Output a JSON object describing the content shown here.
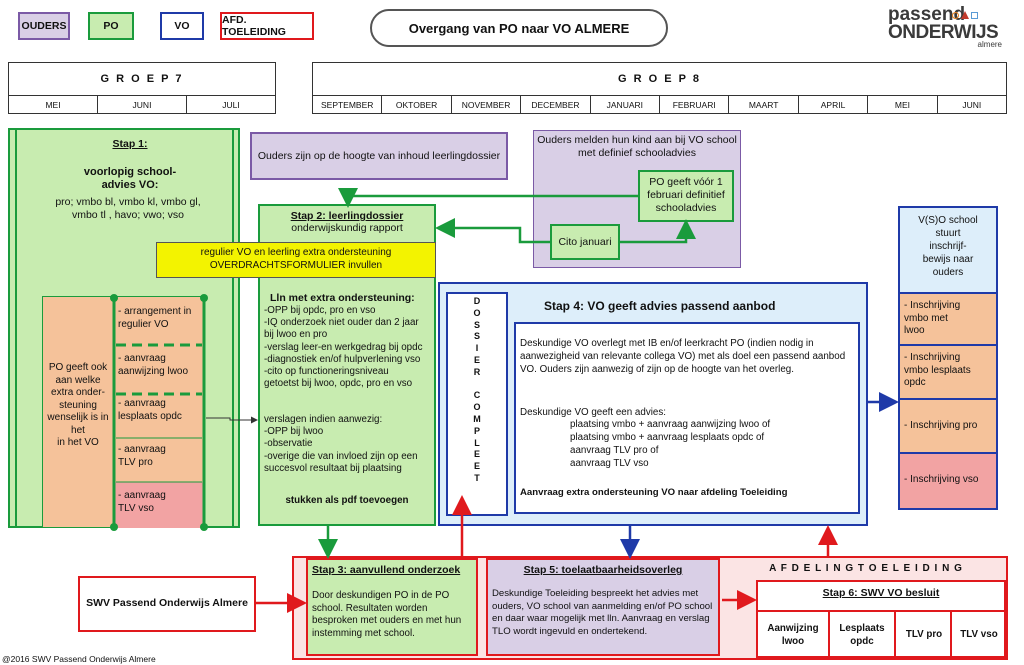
{
  "legend": {
    "ouders": "OUDERS",
    "po": "PO",
    "vo": "VO",
    "afd": "AFD. TOELEIDING"
  },
  "title": "Overgang van  PO naar VO ALMERE",
  "logo": {
    "line1": "passend",
    "line2": "ONDERWIJS",
    "line3": "almere"
  },
  "groep7": {
    "label": "G R O E P  7",
    "months": [
      "MEI",
      "JUNI",
      "JULI"
    ]
  },
  "groep8": {
    "label": "G R O E P  8",
    "months": [
      "SEPTEMBER",
      "OKTOBER",
      "NOVEMBER",
      "DECEMBER",
      "JANUARI",
      "FEBRUARI",
      "MAART",
      "APRIL",
      "MEI",
      "JUNI"
    ]
  },
  "stap1": {
    "title": "Stap 1:",
    "body": "voorlopig school-\nadvies VO:",
    "list": "pro; vmbo bl, vmbo kl, vmbo gl,\nvmbo tl , havo; vwo; vso"
  },
  "po_geeft": "PO geeft ook\naan welke\nextra onder-\nsteuning\nwenselijk is in\nhet\nin het VO",
  "options": [
    "- arrangement  in\n  regulier VO",
    "- aanvraag\n  aanwijzing lwoo",
    "- aanvraag\n  lesplaats opdc",
    "- aanvraag\n  TLV pro",
    "- aanvraag\n  TLV vso"
  ],
  "ouders_hoogte": "Ouders zijn op de hoogte van inhoud leerlingdossier",
  "ouders_melden": "Ouders melden hun kind aan bij VO school\nmet definief schooladvies",
  "po_geeft_voor": "PO geeft vóór 1\nfebruari  definitief\nschooladvies",
  "cito": "Cito januari",
  "stap2": {
    "title": "Stap 2: leerlingdossier",
    "sub": "onderwijskundig rapport",
    "regulier": "regulier VO en leerling extra ondersteuning\nOVERDRACHTSFORMULIER invullen",
    "lln_title": "Lln met extra ondersteuning:",
    "lln_list": "-OPP bij opdc, pro en vso\n-IQ onderzoek niet ouder dan 2 jaar\n bij lwoo en pro\n-verslag leer-en werkgedrag bij opdc\n-diagnostiek en/of hulpverlening vso\n-cito op functioneringsniveau\n getoetst bij lwoo, opdc, pro en vso",
    "verslagen": "verslagen indien aanwezig:\n-OPP bij lwoo\n-observatie\n-overige die van invloed zijn op een\n succesvol resultaat bij plaatsing",
    "pdf": "stukken als pdf toevoegen"
  },
  "dossier": "D\nO\nS\nS\nI\nE\nR\n\nC\nO\nM\nP\nL\nE\nE\nT",
  "stap4": {
    "title": "Stap 4: VO geeft advies passend aanbod",
    "p1": "Deskundige VO overlegt  met  IB en/of leerkracht PO (indien nodig in aanwezigheid van relevante collega VO) met als doel een passend aanbod VO.  Ouders zijn aanwezig of zijn op de hoogte van het overleg.",
    "p2": "Deskundige VO geeft een advies:",
    "list": [
      "plaatsing vmbo + aanvraag aanwijzing lwoo of",
      "plaatsing vmbo + aanvraag lesplaats opdc of",
      "aanvraag TLV pro of",
      "aanvraag TLV vso"
    ],
    "p3": "Aanvraag extra ondersteuning VO naar afdeling Toeleiding"
  },
  "vso_stuurt": "V(S)O school\nstuurt\ninschrijf-\nbewijs naar\nouders",
  "inschrijving": [
    "- Inschrijving\n  vmbo met\n  lwoo",
    "- Inschrijving\n  vmbo lesplaats\n  opdc",
    "- Inschrijving pro",
    "- Inschrijving vso"
  ],
  "swv": "SWV Passend Onderwijs Almere",
  "stap3": {
    "title": "Stap 3: aanvullend onderzoek",
    "body": "Door deskundigen PO in de PO school. Resultaten worden besproken met ouders en met hun instemming met school."
  },
  "stap5": {
    "title": "Stap 5: toelaatbaarheidsoverleg",
    "body": "Deskundige Toeleiding  bespreekt het advies met ouders, VO school van aanmelding en/of PO school en daar waar mogelijk met lln. Aanvraag en verslag TLO wordt ingevuld en ondertekend."
  },
  "afdeling": "A F D E L I N G  T O E L E I D I N G",
  "stap6": {
    "title": "Stap 6:  SWV VO besluit",
    "cells": [
      "Aanwijzing\nlwoo",
      "Lesplaats\nopdc",
      "TLV pro",
      "TLV vso"
    ]
  },
  "footer": "@2016  SWV Passend Onderwijs Almere",
  "colors": {
    "po": "#1a9b3c",
    "vo": "#1f3aa8",
    "afd": "#e0191d",
    "ouders": "#7b5aa6"
  }
}
